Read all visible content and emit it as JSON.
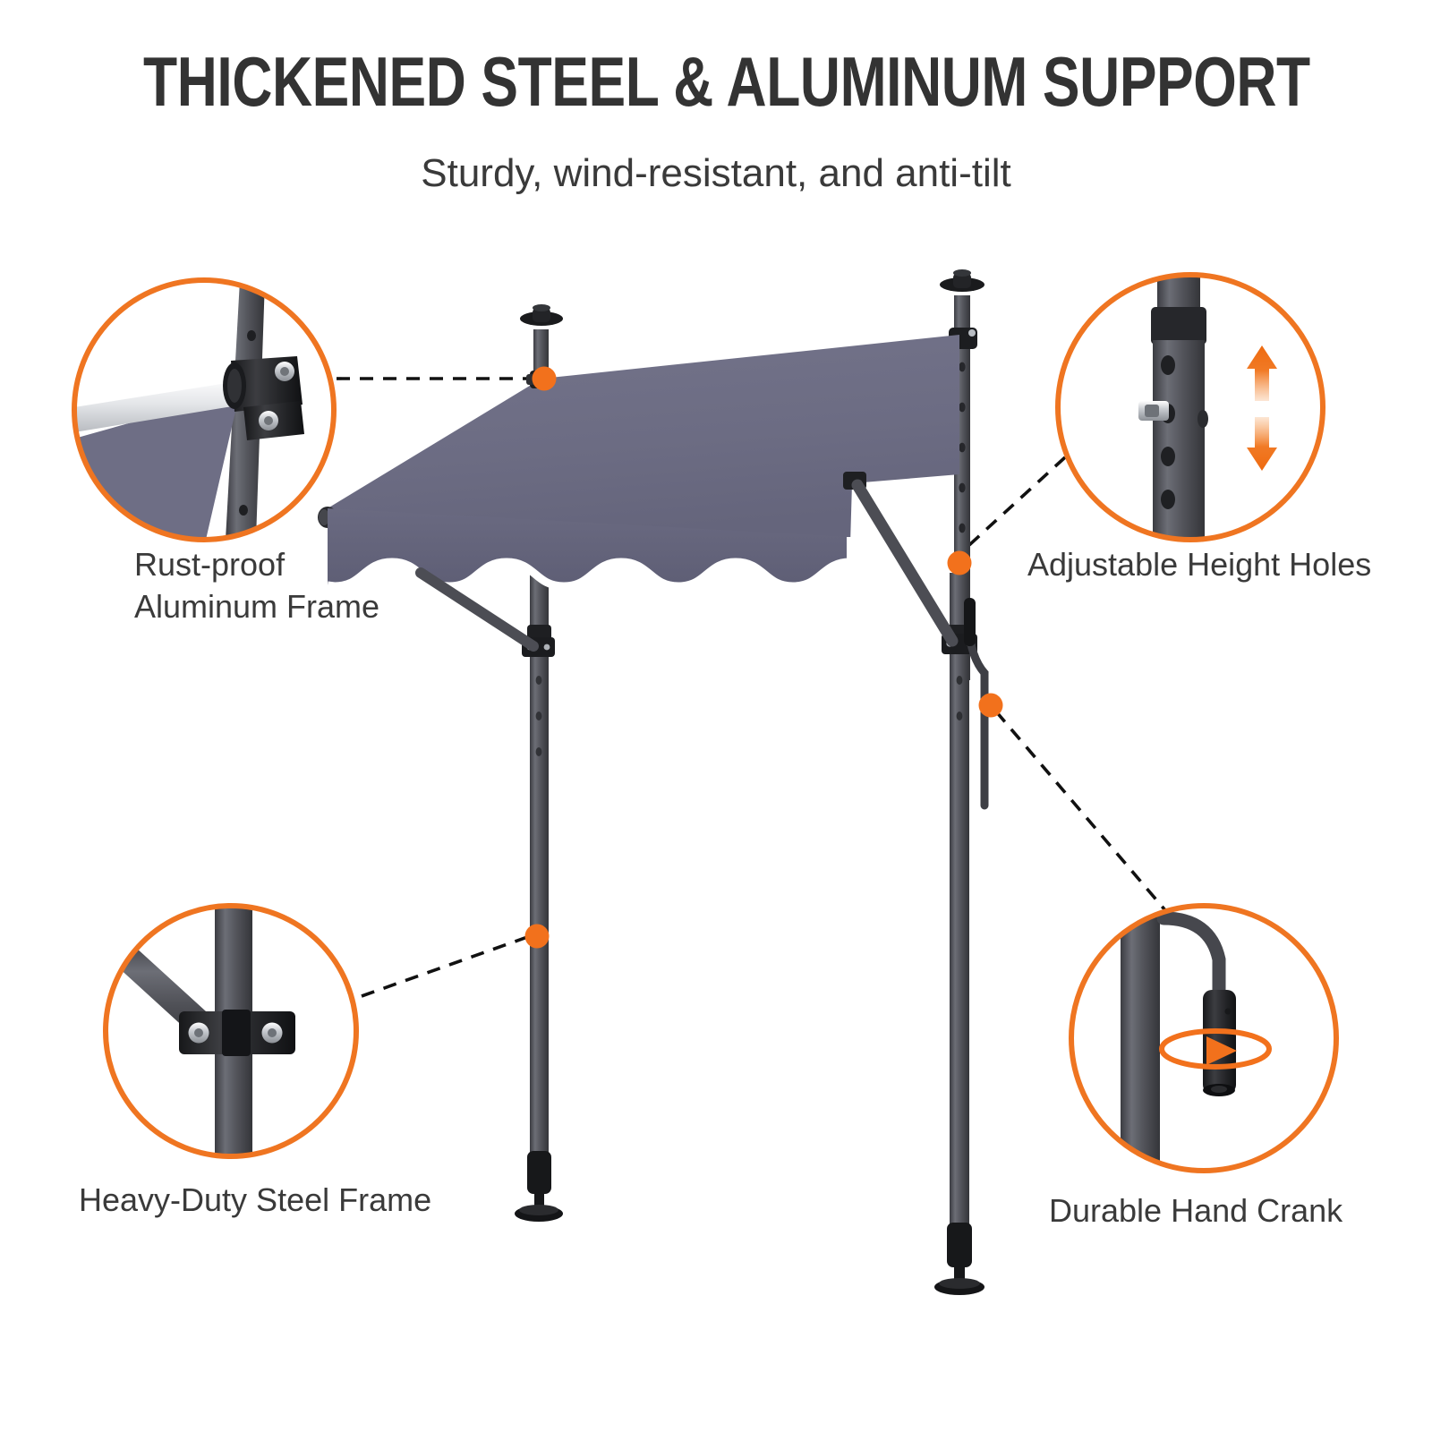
{
  "header": {
    "title": "THICKENED STEEL & ALUMINUM SUPPORT",
    "subtitle": "Sturdy, wind-resistant, and anti-tilt"
  },
  "colors": {
    "accent_orange": "#EF7521",
    "canopy_gray": "#6E6E85",
    "canopy_gray_dark": "#5F5F76",
    "frame_dark": "#4A4B52",
    "frame_darker": "#3A3B41",
    "text_dark": "#333333",
    "valance_white": "#FFFFFF",
    "aluminum_white": "#E8EAEC",
    "background": "#FFFFFF"
  },
  "callouts": [
    {
      "id": "rust-proof-aluminum-frame",
      "label": "Rust-proof\nAluminum Frame",
      "position": "top-left",
      "icon": "aluminum-arm-clamp-icon",
      "detail": "Aluminum arm joined to dark pole with black clamp bracket and silver bolts"
    },
    {
      "id": "adjustable-height-holes",
      "label": "Adjustable Height Holes",
      "position": "top-right",
      "icon": "telescoping-pole-holes-icon",
      "detail": "Telescoping pole with row of adjustment holes, silver pin, orange up-down arrows"
    },
    {
      "id": "heavy-duty-steel-frame",
      "label": "Heavy-Duty Steel Frame",
      "position": "bottom-left",
      "icon": "steel-bracket-icon",
      "detail": "Vertical steel pole with black bracket clamp and two hex bolts plus diagonal brace"
    },
    {
      "id": "durable-hand-crank",
      "label": "Durable Hand Crank",
      "position": "bottom-right",
      "icon": "hand-crank-icon",
      "detail": "Bent crank rod with handle sleeve and orange rotation arrow ellipse"
    }
  ],
  "product": {
    "name": "manual-retractable-patio-awning",
    "canopy": "scalloped gray fabric canopy with white trim valance",
    "parts": [
      "canopy-fabric",
      "valance-scallop-trim",
      "left-support-pole",
      "right-support-pole",
      "left-diagonal-brace",
      "right-diagonal-brace",
      "hand-crank-rod",
      "pole-foot-pad",
      "top-ceiling-cap"
    ],
    "marker_dots": 4
  }
}
